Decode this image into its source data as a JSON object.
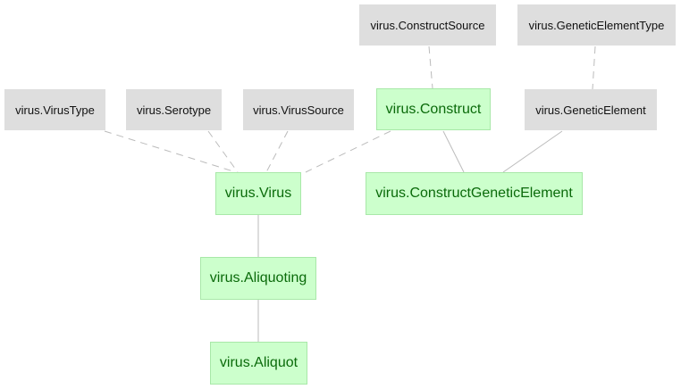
{
  "diagram": {
    "nodes": {
      "virustype": {
        "label": "virus.VirusType",
        "kind": "lookup"
      },
      "serotype": {
        "label": "virus.Serotype",
        "kind": "lookup"
      },
      "virussource": {
        "label": "virus.VirusSource",
        "kind": "lookup"
      },
      "construct": {
        "label": "virus.Construct",
        "kind": "part"
      },
      "geneticelement": {
        "label": "virus.GeneticElement",
        "kind": "lookup"
      },
      "constructsource": {
        "label": "virus.ConstructSource",
        "kind": "lookup"
      },
      "geneticelementtype": {
        "label": "virus.GeneticElementType",
        "kind": "lookup"
      },
      "virus": {
        "label": "virus.Virus",
        "kind": "part"
      },
      "constructgeneticelement": {
        "label": "virus.ConstructGeneticElement",
        "kind": "part"
      },
      "aliquoting": {
        "label": "virus.Aliquoting",
        "kind": "part"
      },
      "aliquot": {
        "label": "virus.Aliquot",
        "kind": "part"
      }
    },
    "edges": [
      {
        "from": "virustype",
        "to": "virus",
        "style": "dashed"
      },
      {
        "from": "serotype",
        "to": "virus",
        "style": "dashed"
      },
      {
        "from": "virussource",
        "to": "virus",
        "style": "dashed"
      },
      {
        "from": "construct",
        "to": "virus",
        "style": "dashed"
      },
      {
        "from": "constructsource",
        "to": "construct",
        "style": "dashed"
      },
      {
        "from": "geneticelementtype",
        "to": "geneticelement",
        "style": "dashed"
      },
      {
        "from": "construct",
        "to": "constructgeneticelement",
        "style": "solid"
      },
      {
        "from": "geneticelement",
        "to": "constructgeneticelement",
        "style": "solid"
      },
      {
        "from": "virus",
        "to": "aliquoting",
        "style": "solid"
      },
      {
        "from": "aliquoting",
        "to": "aliquot",
        "style": "solid"
      }
    ],
    "colors": {
      "lookup_fill": "#dedede",
      "part_fill": "#ccffcc",
      "part_border": "#a8e8a8",
      "part_text": "#0a6a0a",
      "edge": "#bbbbbb"
    }
  }
}
